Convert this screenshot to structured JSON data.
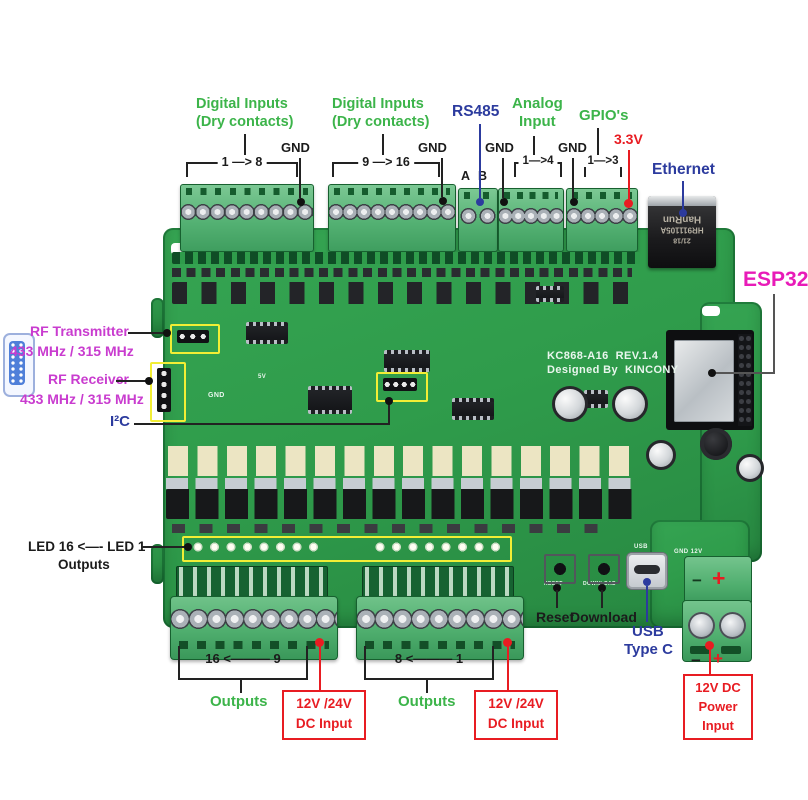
{
  "annotations": {
    "digital_inputs_a": {
      "title1": "Digital Inputs",
      "title2": "(Dry contacts)",
      "range": "1 —> 8",
      "gnd": "GND"
    },
    "digital_inputs_b": {
      "title1": "Digital Inputs",
      "title2": "(Dry contacts)",
      "range": "9 —> 16",
      "gnd": "GND"
    },
    "rs485": {
      "label": "RS485",
      "pin_a": "A",
      "pin_b": "B"
    },
    "analog": {
      "title1": "Analog",
      "title2": "Input",
      "range": "1—>4",
      "gnd": "GND"
    },
    "gpio": {
      "label": "GPIO's",
      "range": "1—>3",
      "gnd": "GND",
      "v33": "3.3V"
    },
    "ethernet": {
      "label": "Ethernet"
    },
    "esp32": {
      "label": "ESP32"
    },
    "rf_transmitter": {
      "label": "RF Transmitter",
      "freq": "433 MHz / 315 MHz"
    },
    "rf_receiver": {
      "label": "RF Receiver",
      "freq": "433 MHz / 315 MHz"
    },
    "i2c": {
      "label": "I²C"
    },
    "led_outputs": {
      "line1": "LED 16 <—- LED 1",
      "line2": "Outputs"
    },
    "outputs_a": {
      "range": "16 <——— 9",
      "label": "Outputs"
    },
    "outputs_b": {
      "range": "8 <——— 1",
      "label": "Outputs"
    },
    "dc_input_a": {
      "line1": "12V /24V",
      "line2": "DC Input"
    },
    "dc_input_b": {
      "line1": "12V /24V",
      "line2": "DC Input"
    },
    "power_input": {
      "line1": "12V DC",
      "line2": "Power",
      "line3": "Input"
    },
    "reset": {
      "label": "Reset"
    },
    "download": {
      "label": "Download"
    },
    "usb_type_c": {
      "line1": "USB",
      "line2": "Type C"
    },
    "polarity": {
      "minus": "−",
      "plus": "+"
    }
  },
  "board": {
    "silkscreen": {
      "model": "KC868-A16",
      "rev": "REV.1.4",
      "designed_by": "Designed By",
      "brand": "KINCONY",
      "gnd": "GND",
      "v5": "5V",
      "usb": "USB",
      "gnd_12v": "GND   12V",
      "reset": "RESET",
      "download": "DOWNLOAD"
    },
    "ethernet_jack": {
      "line1": "HanRun",
      "line2": "HR911105A",
      "line3": "21/18"
    },
    "power_marks": {
      "minus": "−",
      "plus": "+"
    }
  },
  "colors": {
    "label_green": "#3cb44a",
    "label_blue": "#2c3b9e",
    "label_magenta": "#c93ccf",
    "label_pink": "#e81bb8",
    "label_red": "#e81c22",
    "label_black": "#1b1b1b",
    "pcb_green": "#2f9c4b",
    "terminal_green": "#58b574",
    "highlight_yellow": "#f2ee35"
  }
}
